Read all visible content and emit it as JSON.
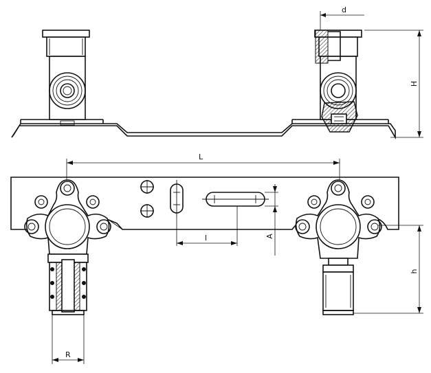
{
  "labels": {
    "d": "d",
    "H": "H",
    "L": "L",
    "l": "l",
    "A": "A",
    "h": "h",
    "R": "R"
  }
}
